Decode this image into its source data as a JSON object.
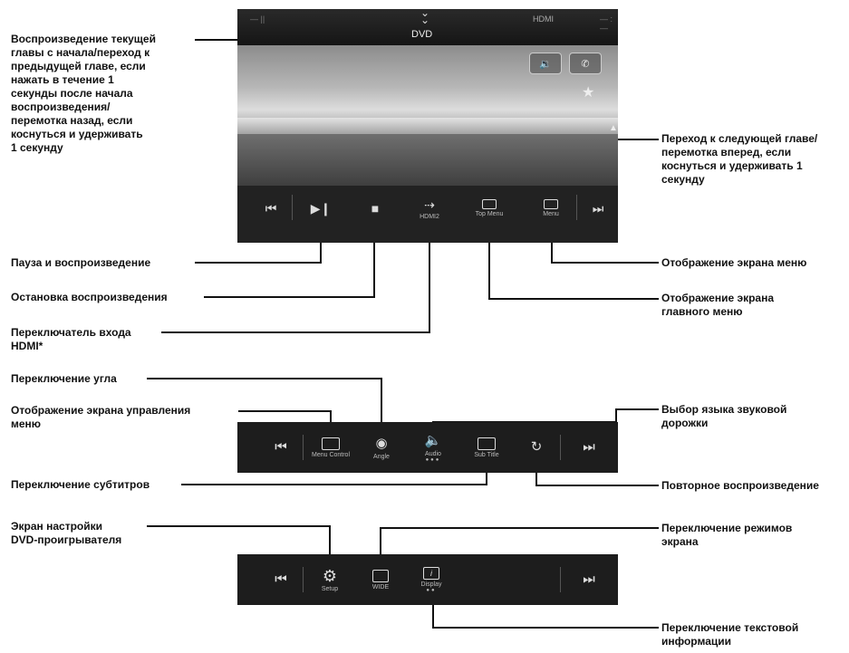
{
  "screen": {
    "source_title": "DVD",
    "status_left": "— ||",
    "status_right": "— : —",
    "hdmi_indicator": "HDMI",
    "video_buttons": {
      "sound": "🔉",
      "phone": "✆"
    },
    "controls": {
      "prev": "⏮",
      "play_pause": "▶❙",
      "stop": "■",
      "hdmi_icon": "⇢",
      "hdmi_label": "HDMI2",
      "top_menu_label": "Top Menu",
      "menu_label": "Menu",
      "next": "⏭"
    }
  },
  "bar2": {
    "prev": "⏮",
    "menu_control_label": "Menu Control",
    "angle_label": "Angle",
    "audio_label": "Audio",
    "subtitle_label": "Sub Title",
    "repeat": "↻",
    "next": "⏭"
  },
  "bar3": {
    "prev": "⏮",
    "setup_icon": "⚙",
    "setup_label": "Setup",
    "wide_label": "WIDE",
    "display_icon": "i",
    "display_label": "Display",
    "next": "⏭"
  },
  "labels": {
    "replay_prev": "Воспроизведение текущей\nглавы с начала/переход к\nпредыдущей главе, если\nнажать в течение 1\nсекунды после начала\nвоспроизведения/\nперемотка назад, если\nкоснуться и удерживать\n1 секунду",
    "next_chapter": "Переход к следующей главе/\nперемотка вперед, если\nкоснуться и удерживать 1\nсекунду",
    "pause_play": "Пауза и воспроизведение",
    "stop": "Остановка воспроизведения",
    "hdmi_switch": "Переключатель входа\nHDMI*",
    "menu_screen": "Отображение экрана меню",
    "main_menu": "Отображение экрана\nглавного меню",
    "angle": "Переключение угла",
    "menu_control": "Отображение экрана управления\nменю",
    "audio_lang": "Выбор языка звуковой\nдорожки",
    "subtitles": "Переключение субтитров",
    "repeat": "Повторное воспроизведение",
    "setup": "Экран настройки\nDVD-проигрывателя",
    "wide": "Переключение режимов\nэкрана",
    "display": "Переключение текстовой\nинформации"
  }
}
